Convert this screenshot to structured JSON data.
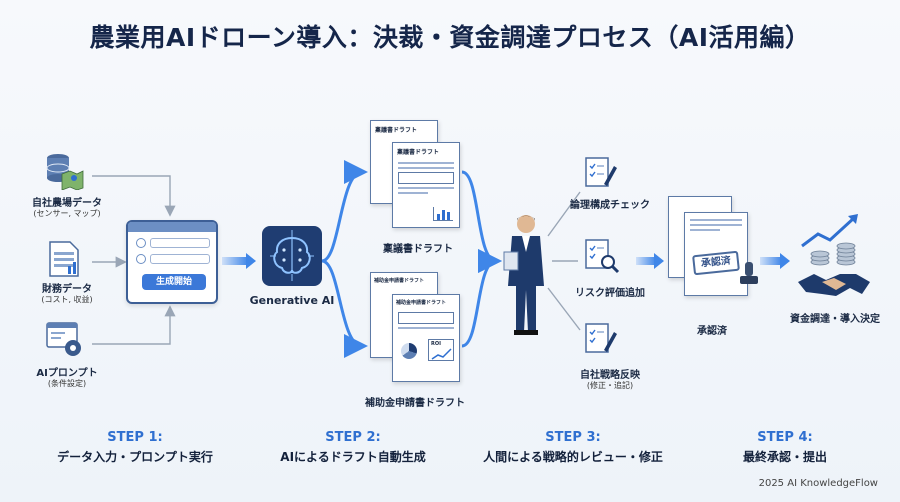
{
  "title": "農業用AIドローン導入：決裁・資金調達プロセス（AI活用編）",
  "inputs": [
    {
      "label": "自社農場データ",
      "sub": "(センサー, マップ)",
      "icon": "database-map-icon"
    },
    {
      "label": "財務データ",
      "sub": "(コスト, 収益)",
      "icon": "spreadsheet-icon"
    },
    {
      "label": "AIプロンプト",
      "sub": "(条件設定)",
      "icon": "gear-window-icon"
    }
  ],
  "prompt_window": {
    "button_label": "生成開始"
  },
  "ai": {
    "label": "Generative AI"
  },
  "drafts": {
    "proposal": {
      "label": "稟議書ドラフト",
      "doc_title": "稟議書ドラフト",
      "doc_title_back": "稟議書ドラフト"
    },
    "subsidy": {
      "label": "補助金申請書ドラフト",
      "doc_title": "補助金申請書ドラフト",
      "doc_title_back": "補助金申請書ドラフト",
      "roi": "ROI"
    }
  },
  "review": [
    {
      "label": "論理構成チェック",
      "icon": "checklist-pen-icon"
    },
    {
      "label": "リスク評価追加",
      "icon": "checklist-magnifier-icon"
    },
    {
      "label": "自社戦略反映",
      "sub": "(修正・追記)",
      "icon": "checklist-pen-icon"
    }
  ],
  "approval": {
    "label": "承認済",
    "stamp": "承認済"
  },
  "final": {
    "label": "資金調達・導入決定"
  },
  "steps": [
    {
      "num": "STEP 1:",
      "desc": "データ入力・プロンプト実行"
    },
    {
      "num": "STEP 2:",
      "desc": "AIによるドラフト自動生成"
    },
    {
      "num": "STEP 3:",
      "desc": "人間による戦略的レビュー・修正"
    },
    {
      "num": "STEP 4:",
      "desc": "最終承認・提出"
    }
  ],
  "footer": "2025 AI KnowledgeFlow",
  "colors": {
    "accent": "#2f6fd0",
    "navy": "#1e3a6b",
    "arrow_gray": "#9aa6b6",
    "arrow_blue": "#3f86e8"
  }
}
